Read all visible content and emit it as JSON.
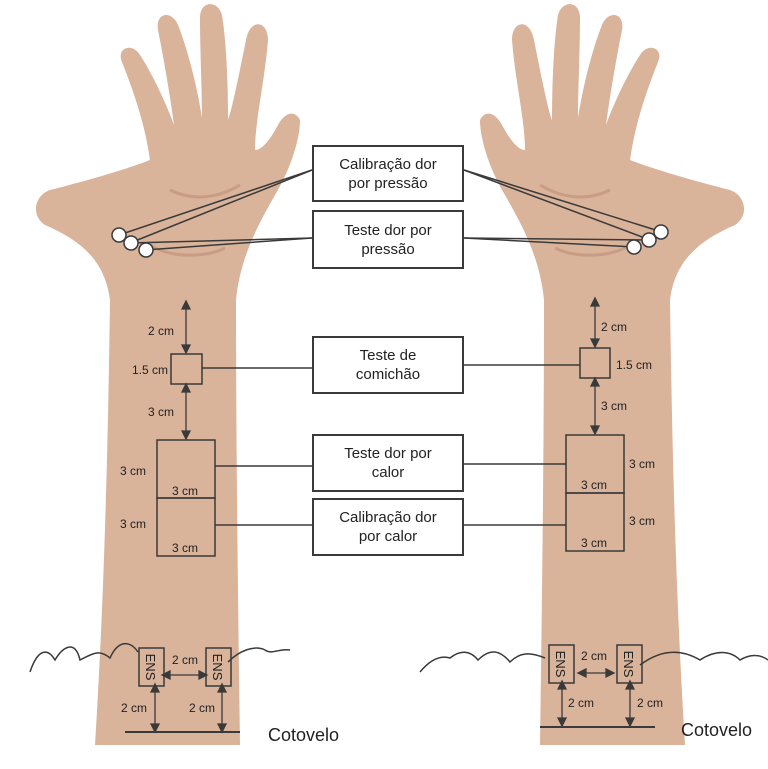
{
  "labels": {
    "pressure_calibration": [
      "Calibração dor",
      "por pressão"
    ],
    "pressure_test": [
      "Teste dor por",
      "pressão"
    ],
    "itch_test": [
      "Teste de",
      "comichão"
    ],
    "heat_test": [
      "Teste dor por",
      "calor"
    ],
    "heat_calibration": [
      "Calibração dor",
      "por calor"
    ]
  },
  "measurements": {
    "two_cm": "2 cm",
    "one_half_cm": "1.5 cm",
    "three_cm": "3 cm"
  },
  "electrode_label": "ENS",
  "elbow_label": "Cotovelo",
  "colors": {
    "skin": "#d9b39a",
    "skin_shadow": "#c89d83",
    "line": "#3a3a3a"
  }
}
